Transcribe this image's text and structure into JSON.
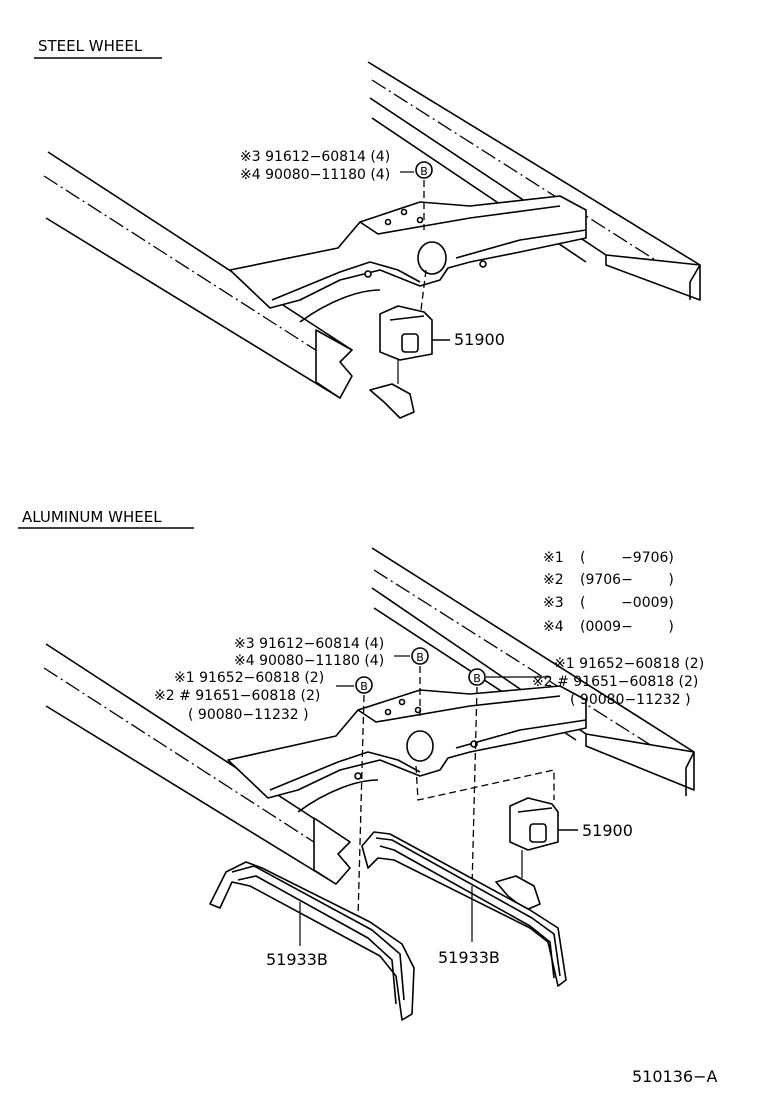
{
  "steel": {
    "heading": "STEEL WHEEL",
    "callout_1": "※3 91612−60814 (4)",
    "callout_2": "※4 90080−11180 (4)",
    "marker": "B",
    "part": "51900"
  },
  "aluminum": {
    "heading": "ALUMINUM WHEEL",
    "legend": [
      {
        "key": "※1",
        "range": "(        −9706)"
      },
      {
        "key": "※2",
        "range": "(9706−        )"
      },
      {
        "key": "※3",
        "range": "(        −0009)"
      },
      {
        "key": "※4",
        "range": "(0009−        )"
      }
    ],
    "left_callouts": [
      "※3 91612−60814 (4)",
      "※4 90080−11180 (4)",
      "※1 91652−60818 (2)",
      "※2 # 91651−60818 (2)",
      "( 90080−11232 )"
    ],
    "right_callouts": [
      "※1 91652−60818 (2)",
      "※2 # 91651−60818 (2)",
      "( 90080−11232 )"
    ],
    "marker": "B",
    "part_carrier": "51900",
    "part_rail_left": "51933B",
    "part_rail_right": "51933B"
  },
  "figure_code": "510136−A"
}
